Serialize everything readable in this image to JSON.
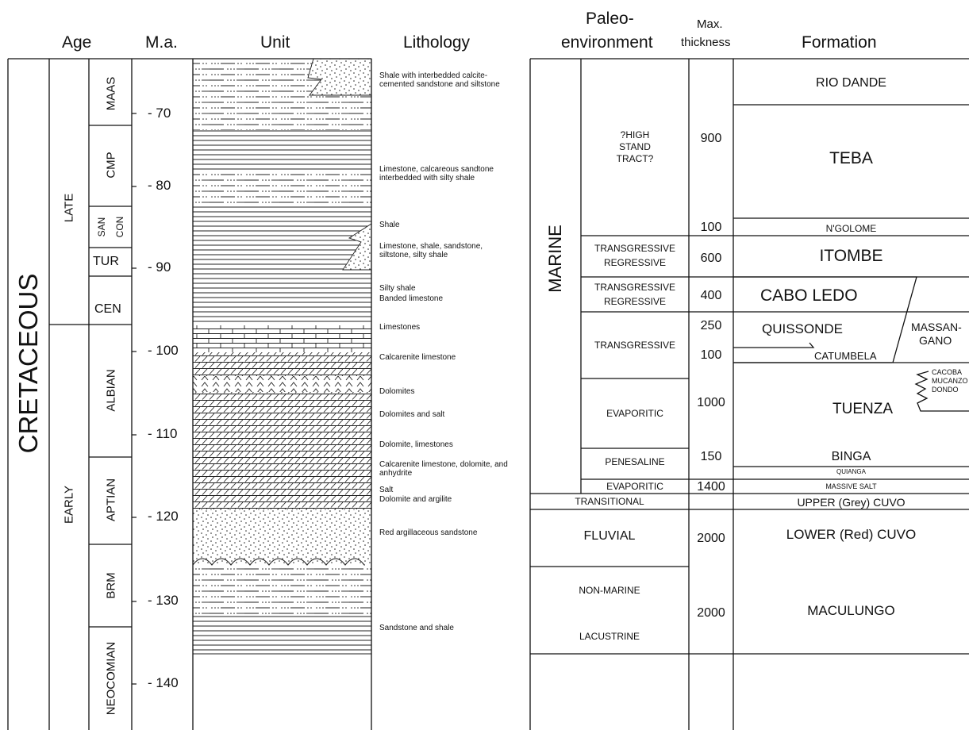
{
  "headers": {
    "age": "Age",
    "ma": "M.a.",
    "unit": "Unit",
    "lithology": "Lithology",
    "paleo_line1": "Paleo-",
    "paleo_line2": "environment",
    "thickness_line1": "Max.",
    "thickness_line2": "thickness",
    "formation": "Formation"
  },
  "period": "CRETACEOUS",
  "epochs": {
    "late": "LATE",
    "early": "EARLY"
  },
  "stages": {
    "maas": "MAAS",
    "cmp": "CMP",
    "san": "SAN",
    "con": "CON",
    "tur": "TUR",
    "cen": "CEN",
    "albian": "ALBIAN",
    "aptian": "APTIAN",
    "brm": "BRM",
    "neocomian": "NEOCOMIAN"
  },
  "ma_ticks": [
    "- 70",
    "- 80",
    "- 90",
    "- 100",
    "- 110",
    "- 120",
    "- 130",
    "- 140"
  ],
  "lithology": {
    "l1": "Shale with interbedded calcite-cemented sandstone and siltstone",
    "l2": "Limestone, calcareous sandtone interbedded with silty shale",
    "l3": "Shale",
    "l4": "Limestone, shale, sandstone, siltstone, silty shale",
    "l5a": "Silty shale",
    "l5b": "Banded limestone",
    "l6": "Limestones",
    "l7": "Calcarenite limestone",
    "l8": "Dolomites",
    "l9": "Dolomites and salt",
    "l10": "Dolomite, limestones",
    "l11": "Calcarenite limestone, dolomite, and anhydrite",
    "l12": "Salt",
    "l13": "Dolomite and argilite",
    "l14": "Red argillaceous sandstone",
    "l15": "Sandstone and shale"
  },
  "paleo": {
    "marine": "MARINE",
    "high_stand": "?HIGH STAND TRACT?",
    "tr1a": "TRANSGRESSIVE",
    "tr1b": "REGRESSIVE",
    "tr2a": "TRANSGRESSIVE",
    "tr2b": "REGRESSIVE",
    "transgressive": "TRANSGRESSIVE",
    "evaporitic": "EVAPORITIC",
    "penesaline": "PENESALINE",
    "evaporitic2": "EVAPORITIC",
    "transitional": "TRANSITIONAL",
    "fluvial": "FLUVIAL",
    "non_marine": "NON-MARINE",
    "lacustrine": "LACUSTRINE"
  },
  "thickness": {
    "t900": "900",
    "t100a": "100",
    "t600": "600",
    "t400": "400",
    "t250": "250",
    "t100b": "100",
    "t1000": "1000",
    "t150": "150",
    "t1400": "1400",
    "t2000a": "2000",
    "t2000b": "2000"
  },
  "formations": {
    "rio_dande": "RIO DANDE",
    "teba": "TEBA",
    "ngolome": "N'GOLOME",
    "itombe": "ITOMBE",
    "cabo_ledo": "CABO LEDO",
    "quissonde": "QUISSONDE",
    "massangano_a": "MASSAN-",
    "massangano_b": "GANO",
    "catumbela": "CATUMBELA",
    "cacoba": "CACOBA",
    "mucanzo": "MUCANZO",
    "dondo": "DONDO",
    "tuenza": "TUENZA",
    "binga": "BINGA",
    "quianga": "QUIANGA",
    "massive_salt": "MASSIVE SALT",
    "upper_cuvo": "UPPER (Grey) CUVO",
    "lower_cuvo": "LOWER (Red) CUVO",
    "maculungo": "MACULUNGO"
  }
}
